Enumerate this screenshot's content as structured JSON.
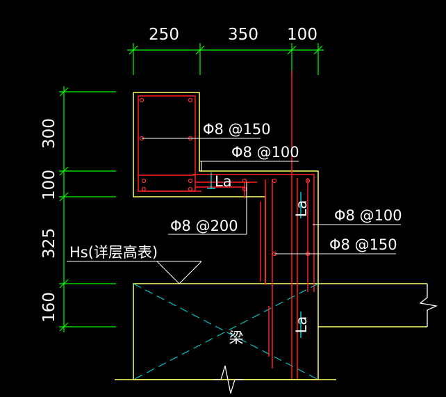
{
  "dimensions": {
    "top": [
      "250",
      "350",
      "100"
    ],
    "left": [
      "300",
      "100",
      "325",
      "160"
    ]
  },
  "rebar_labels": {
    "stirrup_upper": "Φ8 @150",
    "rebar_mid": "Φ8 @100",
    "bottom_bar": "Φ8 @200",
    "right_upper": "Φ8 @100",
    "right_lower": "Φ8 @150"
  },
  "anchorage_label": "La",
  "elevation_label": "Hs(详层高表)",
  "beam_label": "梁",
  "colors": {
    "background": "#000000",
    "dimension": "#00ff00",
    "concrete_outline": "#ffff66",
    "rebar": "#ff2020",
    "leader": "#ffffff",
    "centerline": "#00cccc",
    "anchorage": "#00ffff"
  }
}
